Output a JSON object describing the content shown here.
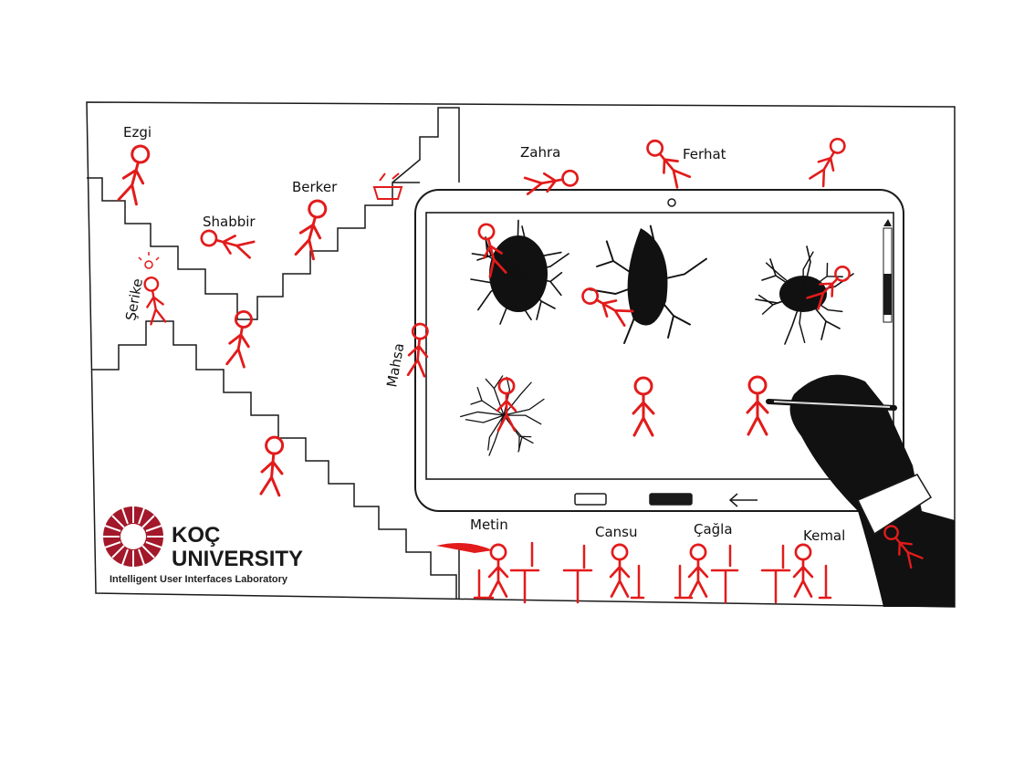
{
  "names": {
    "ezgi": "Ezgi",
    "zahra": "Zahra",
    "ferhat": "Ferhat",
    "berker": "Berker",
    "shabbir": "Shabbir",
    "serike": "Şerike",
    "mahsa": "Mahsa",
    "metin": "Metin",
    "cansu": "Cansu",
    "cagla": "Çağla",
    "kemal": "Kemal"
  },
  "logo": {
    "line1": "KOÇ",
    "line2": "UNIVERSITY",
    "subtitle": "Intelligent User Interfaces Laboratory"
  },
  "colors": {
    "figure": "#e21b1b",
    "ink": "#1a1a1a",
    "brand": "#a3182a"
  }
}
